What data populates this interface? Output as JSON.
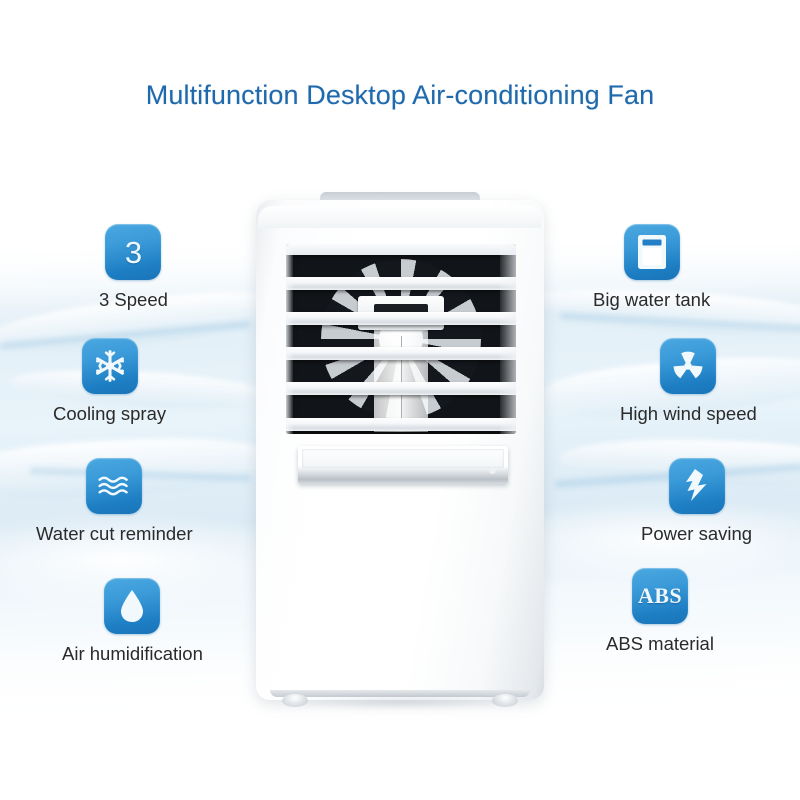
{
  "page": {
    "title": "Multifunction Desktop Air-conditioning Fan",
    "title_color": "#1f69ad",
    "background_color": "#ffffff",
    "icon_accent_color": "#2f93d6",
    "label_color": "#2b2b2b"
  },
  "features_left": [
    {
      "label": "3 Speed",
      "icon": "number-three-icon",
      "glyph": "3"
    },
    {
      "label": "Cooling spray",
      "icon": "snowflake-icon",
      "glyph": ""
    },
    {
      "label": "Water cut reminder",
      "icon": "water-waves-icon",
      "glyph": ""
    },
    {
      "label": "Air humidification",
      "icon": "water-droplet-icon",
      "glyph": ""
    }
  ],
  "features_right": [
    {
      "label": "Big water tank",
      "icon": "water-tank-icon",
      "glyph": ""
    },
    {
      "label": "High wind speed",
      "icon": "fan-trefoil-icon",
      "glyph": ""
    },
    {
      "label": "Power saving",
      "icon": "lightning-bolt-icon",
      "glyph": ""
    },
    {
      "label": "ABS material",
      "icon": "abs-material-icon",
      "glyph": "ABS"
    }
  ],
  "product": {
    "name": "desktop-air-conditioning-fan",
    "parts": {
      "grille": "louvered-air-outlet",
      "fan": "internal-fan-blades",
      "tray": "water-tank-drawer",
      "feet": "base-feet"
    }
  }
}
